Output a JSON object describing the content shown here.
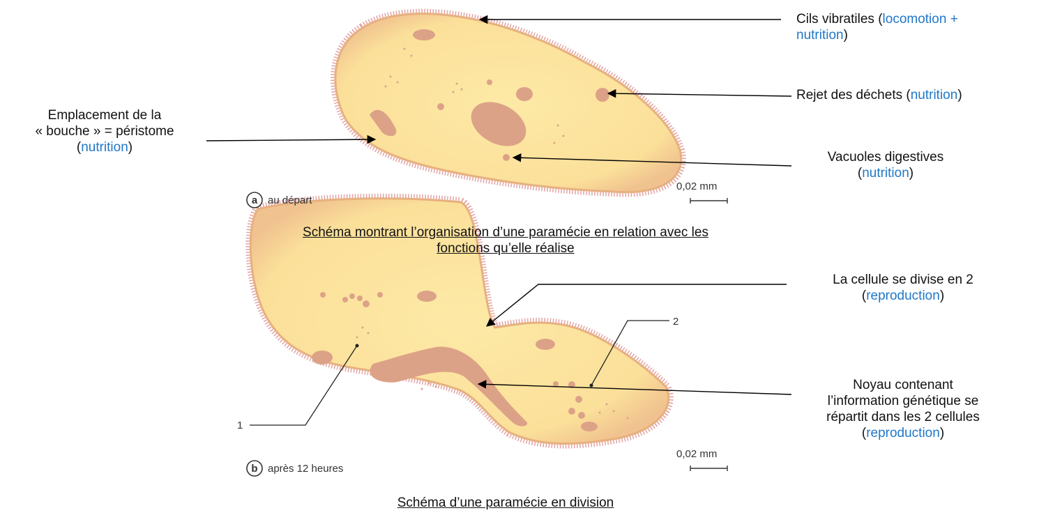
{
  "labels": {
    "cils": {
      "text": "Cils vibratiles (",
      "fn1": "locomotion +",
      "fn2": "nutrition",
      "end": ")"
    },
    "rejet": {
      "text": "Rejet des déchets (",
      "fn": "nutrition",
      "end": ")"
    },
    "bouche": {
      "line1": "Emplacement de la",
      "line2": "« bouche » = péristome",
      "open": "(",
      "fn": "nutrition",
      "end": ")"
    },
    "vacuoles": {
      "line1": "Vacuoles digestives",
      "open": "(",
      "fn": "nutrition",
      "end": ")"
    },
    "divise": {
      "line1": "La cellule se divise en 2",
      "open": "(",
      "fn": "reproduction",
      "end": ")"
    },
    "noyau": {
      "line1": "Noyau contenant",
      "line2": "l’information génétique se",
      "line3": "répartit dans les 2 cellules",
      "open": "(",
      "fn": "reproduction",
      "end": ")"
    }
  },
  "figure_a": {
    "badge": "a",
    "caption": "au départ",
    "scale": "0,02 mm"
  },
  "figure_b": {
    "badge": "b",
    "caption": "après 12 heures",
    "scale": "0,02 mm",
    "marker1": "1",
    "marker2": "2"
  },
  "captions": {
    "top_line1": "Schéma montrant l’organisation d’une paramécie en relation avec les",
    "top_line2": "fonctions qu’elle réalise",
    "bottom": "Schéma d’une paramécie en division"
  },
  "colors": {
    "cell_fill": "#fde7a0",
    "cell_edge": "#e9b98a",
    "organelle": "#d9a086",
    "cilia": "#d98f8f",
    "function_text": "#1f77c9"
  }
}
